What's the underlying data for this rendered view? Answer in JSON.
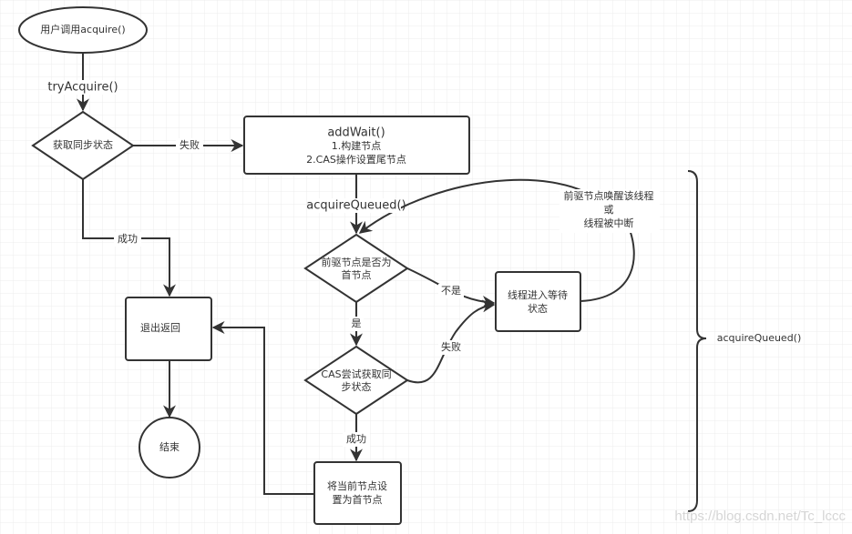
{
  "nodes": {
    "start": "用户调用acquire()",
    "get_state": "获取同步状态",
    "add_wait": {
      "line1": "addWait()",
      "line2": "1.构建节点",
      "line3": "2.CAS操作设置尾节点"
    },
    "exit_return": "退出返回",
    "end": "结束",
    "is_prev_head": {
      "line1": "前驱节点是否为",
      "line2": "首节点"
    },
    "wait_state": {
      "line1": "线程进入等待",
      "line2": "状态"
    },
    "cas_try": {
      "line1": "CAS尝试获取同",
      "line2": "步状态"
    },
    "set_head": {
      "line1": "将当前节点设",
      "line2": "置为首节点"
    }
  },
  "edges": {
    "try_acquire": "tryAcquire()",
    "fail1": "失败",
    "success1": "成功",
    "acquire_queued": "acquireQueued()",
    "not": "不是",
    "yes": "是",
    "fail2": "失败",
    "success2": "成功",
    "wake": {
      "line1": "前驱节点唤醒该线程",
      "line2": "或",
      "line3": "线程被中断"
    }
  },
  "brace_label": "acquireQueued()",
  "watermark": "https://blog.csdn.net/Tc_lccc"
}
